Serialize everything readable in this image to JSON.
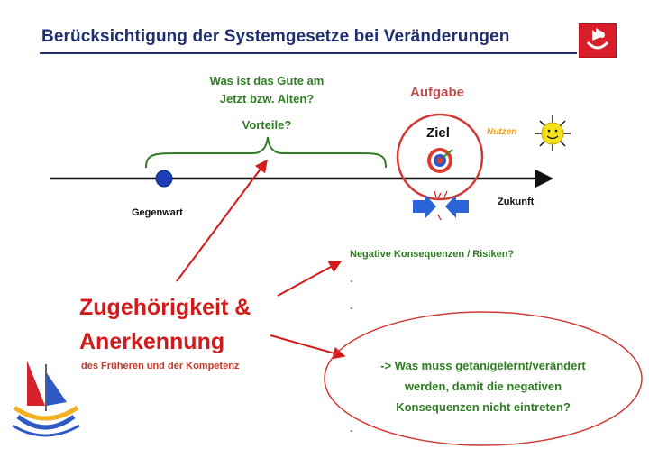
{
  "slide": {
    "title": "Berücksichtigung der Systemgesetze bei Veränderungen",
    "question_line1": "Was ist das Gute am",
    "question_line2": "Jetzt bzw. Alten?",
    "vorteile": "Vorteile?",
    "aufgabe": "Aufgabe",
    "ziel": "Ziel",
    "nutzen": "Nutzen",
    "gegenwart": "Gegenwart",
    "zukunft": "Zukunft",
    "negative": "Negative Konsequenzen / Risiken?",
    "dash": "-",
    "zugehoerigkeit_line1": "Zugehörigkeit &",
    "zugehoerigkeit_line2": "Anerkennung",
    "zugehoerigkeit_sub": "des Früheren und der Kompetenz",
    "action_line1": "-> Was muss getan/gelernt/verändert",
    "action_line2": "werden, damit die negativen",
    "action_line3": "Konsequenzen nicht eintreten?"
  },
  "colors": {
    "title": "#1f2e6e",
    "green_text": "#2e7d22",
    "red_accent": "#d21a1a",
    "timeline_dot": "#1c3fb5",
    "arrow_blue": "#2b63d9",
    "nutzen": "#f0a020",
    "sun": "#f4e21b"
  }
}
